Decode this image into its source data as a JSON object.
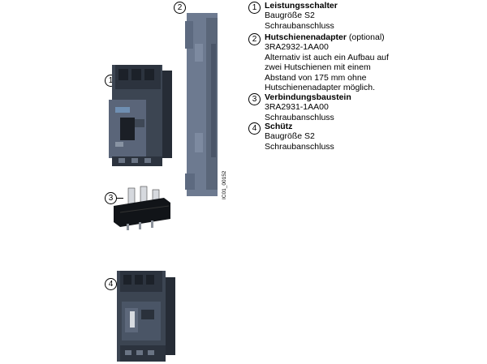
{
  "markers": [
    "1",
    "2",
    "3",
    "4"
  ],
  "legend": [
    {
      "num": "1",
      "title": "Leistungsschalter",
      "suffix": "",
      "lines": [
        "Baugröße S2",
        "Schraubanschluss"
      ]
    },
    {
      "num": "2",
      "title": "Hutschienenadapter",
      "suffix": " (optional)",
      "lines": [
        "3RA2932-1AA00",
        "Alternativ ist auch ein Aufbau auf",
        "zwei Hutschienen mit einem",
        "Abstand von 175 mm ohne",
        "Hutschienenadapter möglich."
      ]
    },
    {
      "num": "3",
      "title": "Verbindungsbaustein",
      "suffix": "",
      "lines": [
        "3RA2931-1AA00",
        "Schraubanschluss"
      ]
    },
    {
      "num": "4",
      "title": "Schütz",
      "suffix": "",
      "lines": [
        "Baugröße S2",
        "Schraubanschluss"
      ]
    }
  ],
  "doc_id": "IC01_00152",
  "colors": {
    "device": "#4f5a6b",
    "device_dark": "#2e3440",
    "adapter": "#6d7a90",
    "accent": "#1f7bb8"
  }
}
